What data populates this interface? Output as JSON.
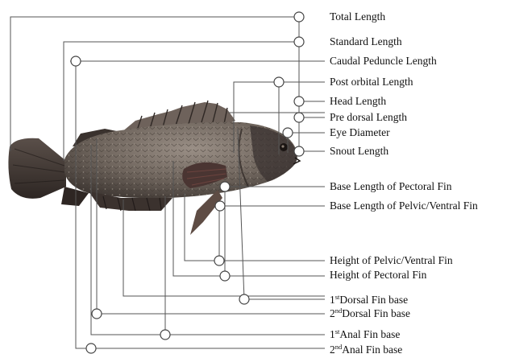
{
  "measurements": [
    {
      "id": "total-length",
      "label": "Total Length"
    },
    {
      "id": "standard-length",
      "label": "Standard Length"
    },
    {
      "id": "caudal-peduncle-length",
      "label": "Caudal Peduncle Length"
    },
    {
      "id": "post-orbital-length",
      "label": "Post orbital Length"
    },
    {
      "id": "head-length",
      "label": "Head Length"
    },
    {
      "id": "pre-dorsal-length",
      "label": "Pre dorsal Length"
    },
    {
      "id": "eye-diameter",
      "label": "Eye Diameter"
    },
    {
      "id": "snout-length",
      "label": "Snout Length"
    },
    {
      "id": "base-pectoral",
      "label": "Base Length of Pectoral Fin"
    },
    {
      "id": "base-pelvic",
      "label": "Base Length of Pelvic/Ventral Fin"
    },
    {
      "id": "height-pelvic",
      "label": "Height of Pelvic/Ventral Fin"
    },
    {
      "id": "height-pectoral",
      "label": "Height of Pectoral Fin"
    },
    {
      "id": "dorsal-base-1",
      "ordinal": "1",
      "suffix": "st",
      "label": "Dorsal Fin base"
    },
    {
      "id": "dorsal-base-2",
      "ordinal": "2",
      "suffix": "nd",
      "label": "Dorsal Fin base"
    },
    {
      "id": "anal-base-1",
      "ordinal": "1",
      "suffix": "st",
      "label": "Anal Fin base"
    },
    {
      "id": "anal-base-2",
      "ordinal": "2",
      "suffix": "nd",
      "label": "Anal Fin base"
    }
  ]
}
